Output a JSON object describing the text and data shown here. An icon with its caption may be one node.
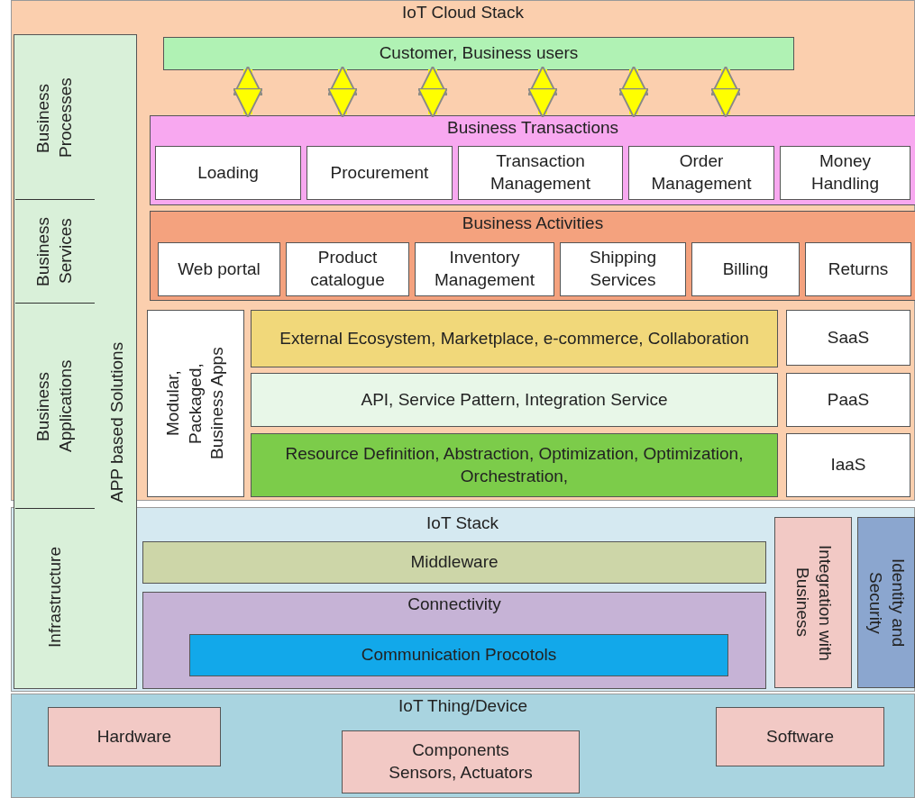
{
  "diagram": {
    "nodes": [
      {
        "text": [
          "IoT Cloud Stack"
        ]
      },
      {
        "text": [
          "APP based Solutions"
        ]
      },
      {
        "text": [
          "Business Processes"
        ]
      },
      {
        "text": [
          "Business Services"
        ]
      },
      {
        "text": [
          "Business Applications"
        ]
      },
      {
        "text": [
          "Infrastructure"
        ]
      },
      {
        "text": [
          "Customer, Business users"
        ],
        "in": 0
      },
      {
        "text": [
          "Business Transactions"
        ],
        "in": 0
      },
      {
        "text": [
          "Loading"
        ],
        "in": 7
      },
      {
        "text": [
          "Procurement"
        ],
        "in": 7
      },
      {
        "text": [
          "Transaction Management"
        ],
        "in": 7
      },
      {
        "text": [
          "Order Management"
        ],
        "in": 7
      },
      {
        "text": [
          "Money Handling"
        ],
        "in": 7
      },
      {
        "text": [
          "Business Activities"
        ],
        "in": 0
      },
      {
        "text": [
          "Web portal"
        ],
        "in": 13
      },
      {
        "text": [
          "Product catalogue"
        ],
        "in": 13
      },
      {
        "text": [
          "Inventory Management"
        ],
        "in": 13
      },
      {
        "text": [
          "Shipping Services"
        ],
        "in": 13
      },
      {
        "text": [
          "Billing"
        ],
        "in": 13
      },
      {
        "text": [
          "Returns"
        ],
        "in": 13
      },
      {
        "text": [
          "Modular, Packaged, Business Apps"
        ],
        "in": 0
      },
      {
        "text": [
          "External Ecosystem, Marketplace, e-commerce, Collaboration"
        ],
        "in": 0
      },
      {
        "text": [
          "API, Service Pattern, Integration Service"
        ],
        "in": 0
      },
      {
        "text": [
          "Resource Definition, Abstraction, Optimization, Optimization, Orchestration,"
        ],
        "in": 0
      },
      {
        "text": [
          "SaaS"
        ],
        "in": 0
      },
      {
        "text": [
          "PaaS"
        ],
        "in": 0
      },
      {
        "text": [
          "IaaS"
        ],
        "in": 0
      },
      {
        "text": [
          "IoT Stack"
        ]
      },
      {
        "text": [
          "Middleware"
        ],
        "in": 27
      },
      {
        "text": [
          "Connectivity"
        ],
        "in": 27
      },
      {
        "text": [
          "Communication Procotols"
        ],
        "in": 29
      },
      {
        "text": [
          "Integration with Business"
        ],
        "in": 27
      },
      {
        "text": [
          "Identity and Security"
        ],
        "in": 27
      },
      {
        "text": [
          "IoT Thing/Device"
        ]
      },
      {
        "text": [
          "Hardware"
        ],
        "in": 33
      },
      {
        "text": [
          "Components",
          "Sensors, Actuators"
        ],
        "in": 33
      },
      {
        "text": [
          "Software"
        ],
        "in": 33
      }
    ],
    "edges": [
      {
        "from": 6,
        "to": 7,
        "arrow": "both"
      },
      {
        "from": 6,
        "to": 7,
        "arrow": "both"
      },
      {
        "from": 6,
        "to": 7,
        "arrow": "both"
      },
      {
        "from": 6,
        "to": 7,
        "arrow": "both"
      },
      {
        "from": 6,
        "to": 7,
        "arrow": "both"
      },
      {
        "from": 6,
        "to": 7,
        "arrow": "both"
      }
    ]
  }
}
